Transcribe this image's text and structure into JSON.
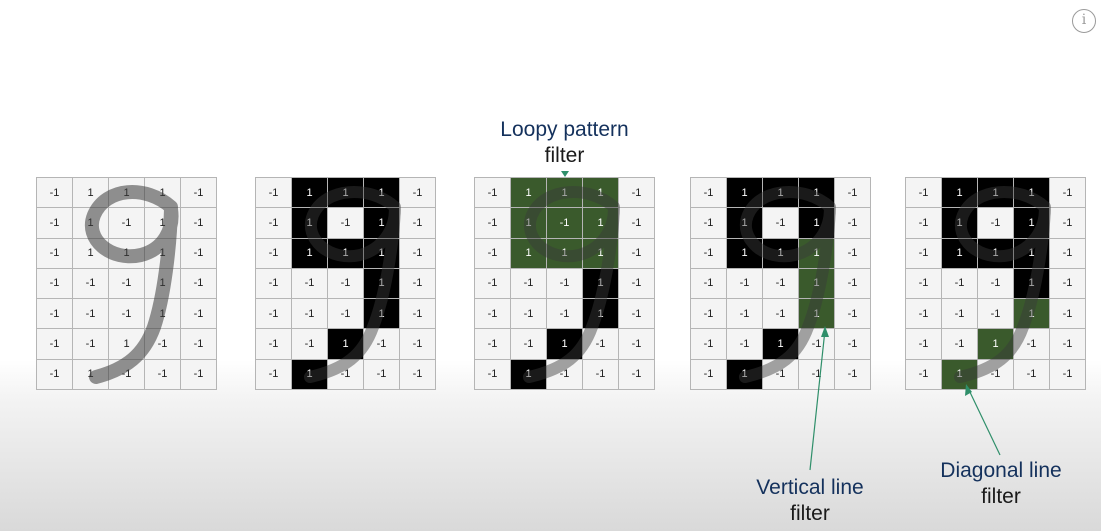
{
  "info_icon": {
    "icon": "info-icon",
    "glyph": "i"
  },
  "colors": {
    "black_cell": "#000000",
    "green_cell": "#3a5a2c",
    "label_blue": "#14315c",
    "arrow": "#2f8f6a"
  },
  "labels": {
    "loopy": {
      "line1": "Loopy pattern",
      "line2": "filter"
    },
    "vertical": {
      "line1": "Vertical line",
      "line2": "filter"
    },
    "diagonal": {
      "line1": "Diagonal line",
      "line2": "filter"
    }
  },
  "grids": [
    {
      "name": "input-digit-grid",
      "values": [
        [
          -1,
          1,
          1,
          1,
          -1
        ],
        [
          -1,
          1,
          -1,
          1,
          -1
        ],
        [
          -1,
          1,
          1,
          1,
          -1
        ],
        [
          -1,
          -1,
          -1,
          1,
          -1
        ],
        [
          -1,
          -1,
          -1,
          1,
          -1
        ],
        [
          -1,
          -1,
          1,
          -1,
          -1
        ],
        [
          -1,
          1,
          -1,
          -1,
          -1
        ]
      ],
      "highlight": [
        [
          0,
          0,
          0,
          0,
          0
        ],
        [
          0,
          0,
          0,
          0,
          0
        ],
        [
          0,
          0,
          0,
          0,
          0
        ],
        [
          0,
          0,
          0,
          0,
          0
        ],
        [
          0,
          0,
          0,
          0,
          0
        ],
        [
          0,
          0,
          0,
          0,
          0
        ],
        [
          0,
          0,
          0,
          0,
          0
        ]
      ]
    },
    {
      "name": "binary-digit-grid",
      "values": [
        [
          -1,
          1,
          1,
          1,
          -1
        ],
        [
          -1,
          1,
          -1,
          1,
          -1
        ],
        [
          -1,
          1,
          1,
          1,
          -1
        ],
        [
          -1,
          -1,
          -1,
          1,
          -1
        ],
        [
          -1,
          -1,
          -1,
          1,
          -1
        ],
        [
          -1,
          -1,
          1,
          -1,
          -1
        ],
        [
          -1,
          1,
          -1,
          -1,
          -1
        ]
      ],
      "highlight": [
        [
          0,
          1,
          1,
          1,
          0
        ],
        [
          0,
          1,
          0,
          1,
          0
        ],
        [
          0,
          1,
          1,
          1,
          0
        ],
        [
          0,
          0,
          0,
          1,
          0
        ],
        [
          0,
          0,
          0,
          1,
          0
        ],
        [
          0,
          0,
          1,
          0,
          0
        ],
        [
          0,
          1,
          0,
          0,
          0
        ]
      ]
    },
    {
      "name": "loopy-filter-grid",
      "values": [
        [
          -1,
          1,
          1,
          1,
          -1
        ],
        [
          -1,
          1,
          -1,
          1,
          -1
        ],
        [
          -1,
          1,
          1,
          1,
          -1
        ],
        [
          -1,
          -1,
          -1,
          1,
          -1
        ],
        [
          -1,
          -1,
          -1,
          1,
          -1
        ],
        [
          -1,
          -1,
          1,
          -1,
          -1
        ],
        [
          -1,
          1,
          -1,
          -1,
          -1
        ]
      ],
      "highlight": [
        [
          0,
          2,
          2,
          2,
          0
        ],
        [
          0,
          2,
          2,
          2,
          0
        ],
        [
          0,
          2,
          2,
          2,
          0
        ],
        [
          0,
          0,
          0,
          1,
          0
        ],
        [
          0,
          0,
          0,
          1,
          0
        ],
        [
          0,
          0,
          1,
          0,
          0
        ],
        [
          0,
          1,
          0,
          0,
          0
        ]
      ]
    },
    {
      "name": "vertical-filter-grid",
      "values": [
        [
          -1,
          1,
          1,
          1,
          -1
        ],
        [
          -1,
          1,
          -1,
          1,
          -1
        ],
        [
          -1,
          1,
          1,
          1,
          -1
        ],
        [
          -1,
          -1,
          -1,
          1,
          -1
        ],
        [
          -1,
          -1,
          -1,
          1,
          -1
        ],
        [
          -1,
          -1,
          1,
          -1,
          -1
        ],
        [
          -1,
          1,
          -1,
          -1,
          -1
        ]
      ],
      "highlight": [
        [
          0,
          1,
          1,
          1,
          0
        ],
        [
          0,
          1,
          0,
          1,
          0
        ],
        [
          0,
          1,
          1,
          2,
          0
        ],
        [
          0,
          0,
          0,
          2,
          0
        ],
        [
          0,
          0,
          0,
          2,
          0
        ],
        [
          0,
          0,
          1,
          0,
          0
        ],
        [
          0,
          1,
          0,
          0,
          0
        ]
      ]
    },
    {
      "name": "diagonal-filter-grid",
      "values": [
        [
          -1,
          1,
          1,
          1,
          -1
        ],
        [
          -1,
          1,
          -1,
          1,
          -1
        ],
        [
          -1,
          1,
          1,
          1,
          -1
        ],
        [
          -1,
          -1,
          -1,
          1,
          -1
        ],
        [
          -1,
          -1,
          -1,
          1,
          -1
        ],
        [
          -1,
          -1,
          1,
          -1,
          -1
        ],
        [
          -1,
          1,
          -1,
          -1,
          -1
        ]
      ],
      "highlight": [
        [
          0,
          1,
          1,
          1,
          0
        ],
        [
          0,
          1,
          0,
          1,
          0
        ],
        [
          0,
          1,
          1,
          1,
          0
        ],
        [
          0,
          0,
          0,
          1,
          0
        ],
        [
          0,
          0,
          0,
          2,
          0
        ],
        [
          0,
          0,
          2,
          0,
          0
        ],
        [
          0,
          2,
          0,
          0,
          0
        ]
      ]
    }
  ]
}
